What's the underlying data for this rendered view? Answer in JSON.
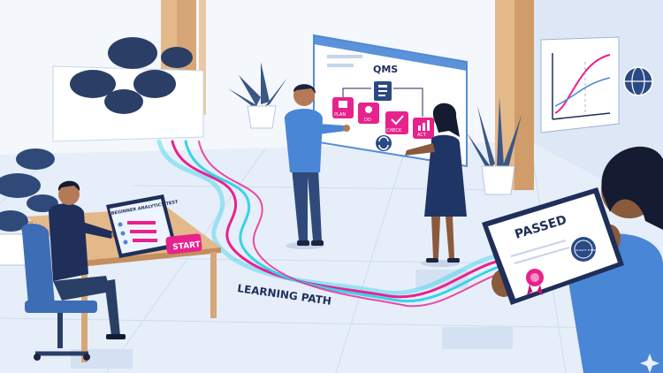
{
  "test_screen": {
    "title": "BEGINNER ANALYTICS TEST"
  },
  "start_button": {
    "label": "START"
  },
  "qms_board": {
    "title": "QMS",
    "steps": [
      "PLAN",
      "DO",
      "CHECK",
      "ACT"
    ]
  },
  "floor_path": {
    "label": "LEARNING PATH"
  },
  "certificate": {
    "title": "PASSED",
    "seal_text": "QUALITY FOUNDATIONS"
  },
  "colors": {
    "accent_pink": "#e8228c",
    "accent_cyan": "#39d2ea",
    "navy": "#1f2f5a",
    "shirt_blue": "#4a86d6"
  },
  "icons": [
    "plan-icon",
    "do-play-icon",
    "check-icon",
    "act-chart-icon",
    "cycle-icon",
    "clipboard-icon",
    "globe-icon",
    "sparkle-icon"
  ]
}
